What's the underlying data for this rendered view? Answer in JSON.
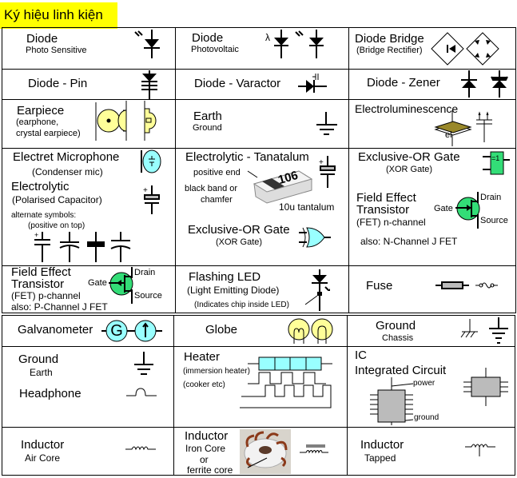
{
  "title": "Ký hiệu linh kiện",
  "cells": {
    "diode_photo": {
      "name": "Diode",
      "sub": "Photo Sensitive"
    },
    "diode_pv": {
      "name": "Diode",
      "sub": "Photovoltaic",
      "lambda": "λ"
    },
    "bridge": {
      "name": "Diode Bridge",
      "sub": "(Bridge Rectifier)"
    },
    "pin": {
      "name": "Diode - Pin"
    },
    "varactor": {
      "name": "Diode - Varactor"
    },
    "zener": {
      "name": "Diode - Zener"
    },
    "earpiece": {
      "name": "Earpiece",
      "sub1": "(earphone,",
      "sub2": "crystal earpiece)"
    },
    "earth": {
      "name": "Earth",
      "sub": "Ground"
    },
    "el": {
      "name": "Electroluminescence",
      "label": "el"
    },
    "mic": {
      "name": "Electret Microphone",
      "sub": "(Condenser mic)"
    },
    "electrolytic": {
      "name": "Electrolytic",
      "sub": "(Polarised Capacitor)",
      "alt1": "alternate symbols:",
      "alt2": "(positive on top)"
    },
    "tantalum": {
      "name": "Electrolytic - Tanatalum",
      "pos": "positive end",
      "band1": "black band or",
      "band2": "chamfer",
      "value": "10u tantalum",
      "marking": "106"
    },
    "xor1": {
      "name": "Exclusive-OR Gate",
      "sub": "(XOR Gate)",
      "gate_label": "=1"
    },
    "xor2": {
      "name": "Exclusive-OR Gate",
      "sub": "(XOR Gate)"
    },
    "fet_n": {
      "name1": "Field Effect",
      "name2": "Transistor",
      "sub": "(FET) n-channel",
      "also": "also: N-Channel J FET",
      "gate": "Gate",
      "drain": "Drain",
      "source": "Source"
    },
    "fet_p": {
      "name1": "Field Effect",
      "name2": "Transistor",
      "sub": "(FET) p-channel",
      "also": "also: P-Channel J FET",
      "gate": "Gate",
      "drain": "Drain",
      "source": "Source"
    },
    "led": {
      "name": "Flashing LED",
      "sub": "(Light Emitting Diode)",
      "note": "(Indicates chip inside LED)"
    },
    "fuse": {
      "name": "Fuse"
    },
    "galv": {
      "name": "Galvanometer",
      "g": "G"
    },
    "globe": {
      "name": "Globe"
    },
    "ground_chassis": {
      "name": "Ground",
      "sub": "Chassis"
    },
    "ground_earth": {
      "name": "Ground",
      "sub": "Earth"
    },
    "headphone": {
      "name": "Headphone"
    },
    "heater": {
      "name": "Heater",
      "sub1": "(immersion heater)",
      "sub2": "(cooker etc)"
    },
    "ic": {
      "name1": "IC",
      "name2": "Integrated Circuit",
      "power": "power",
      "ground": "ground"
    },
    "ind_air": {
      "name": "Inductor",
      "sub": "Air Core"
    },
    "ind_iron": {
      "name": "Inductor",
      "sub1": "Iron Core",
      "sub2": "or",
      "sub3": "ferrite core"
    },
    "ind_tap": {
      "name": "Inductor",
      "sub": "Tapped"
    }
  },
  "colors": {
    "title_bg": "#ffff00",
    "yellow": "#ffff99",
    "cyan": "#99ffff",
    "green": "#33dd77",
    "gray": "#bbbbbb",
    "olive": "#99882a"
  }
}
